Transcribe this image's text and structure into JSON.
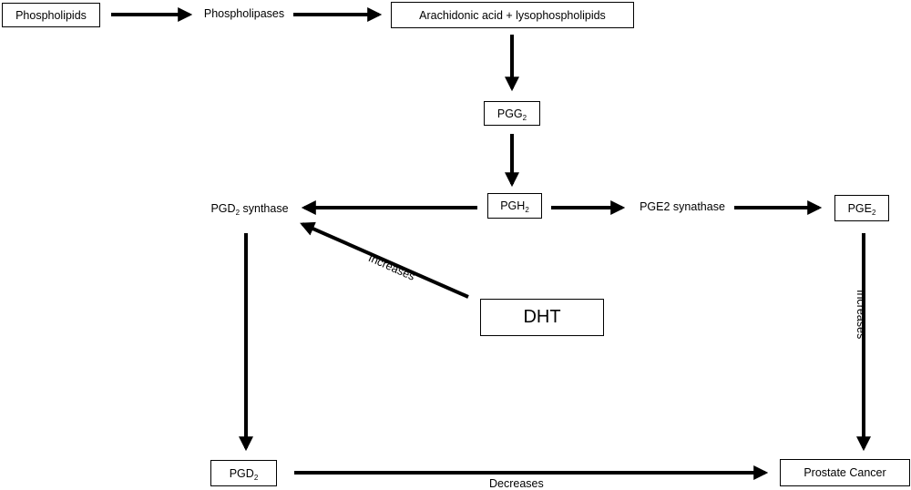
{
  "nodes": {
    "phospholipids": "Phospholipids",
    "phospholipases": "Phospholipases",
    "arachidonic": "Arachidonic acid  + lysophospholipids",
    "pgg2": {
      "base": "PGG",
      "sub": "2"
    },
    "pgh2": {
      "base": "PGH",
      "sub": "2"
    },
    "pgd2_synthase": {
      "base": "PGD",
      "sub": "2",
      "suffix": " synthase"
    },
    "pge2_synthase": "PGE2 synathase",
    "pge2": {
      "base": "PGE",
      "sub": "2"
    },
    "dht": "DHT",
    "pgd2": {
      "base": "PGD",
      "sub": "2"
    },
    "prostate_cancer": "Prostate Cancer"
  },
  "edge_labels": {
    "dht_increases": "Increases",
    "pge2_increases": "Increases",
    "pgd2_decreases": "Decreases"
  },
  "colors": {
    "line": "#000000",
    "background": "#ffffff"
  }
}
